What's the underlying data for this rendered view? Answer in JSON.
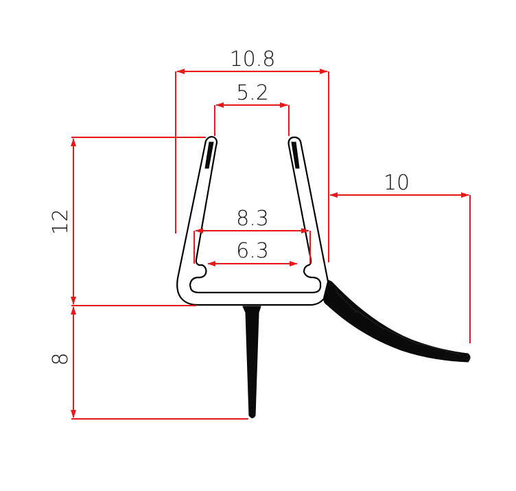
{
  "drawing": {
    "type": "seal profile cross-section",
    "colors": {
      "dimension_lines": "#e81818",
      "profile_outline": "#000000",
      "profile_fill": "#ffffff",
      "rubber_fins": "#0b0b0b",
      "background": "#ffffff"
    },
    "dimensions": {
      "overall_width": "10.8",
      "top_opening": "5.2",
      "inner_width_upper": "8.3",
      "inner_width_lower": "6.3",
      "side_fin_reach": "10",
      "channel_height": "12",
      "bottom_fin_length": "8"
    }
  }
}
